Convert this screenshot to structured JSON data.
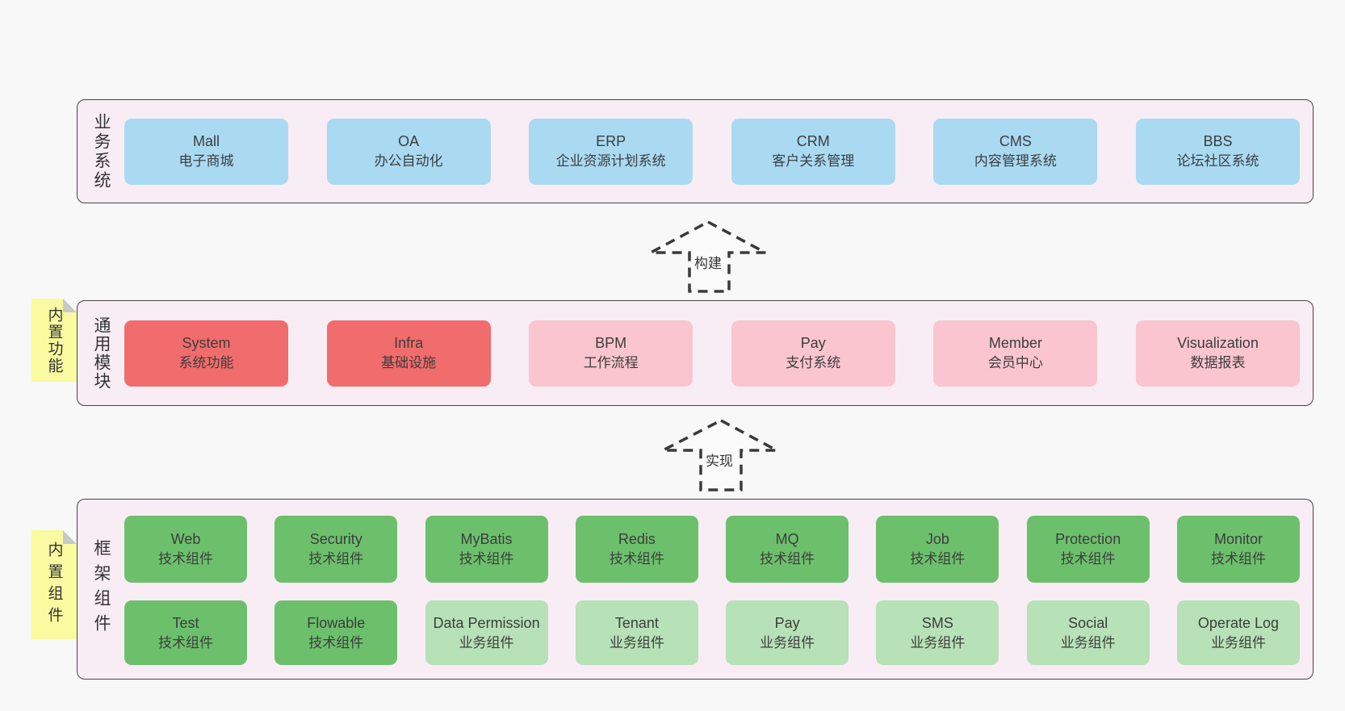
{
  "bands": {
    "business": {
      "label": "业务系统",
      "boxes": [
        {
          "name": "Mall",
          "desc": "电子商城"
        },
        {
          "name": "OA",
          "desc": "办公自动化"
        },
        {
          "name": "ERP",
          "desc": "企业资源计划系统"
        },
        {
          "name": "CRM",
          "desc": "客户关系管理"
        },
        {
          "name": "CMS",
          "desc": "内容管理系统"
        },
        {
          "name": "BBS",
          "desc": "论坛社区系统"
        }
      ]
    },
    "modules": {
      "label": "通用模块",
      "note": "内置功能",
      "boxes": [
        {
          "name": "System",
          "desc": "系统功能"
        },
        {
          "name": "Infra",
          "desc": "基础设施"
        },
        {
          "name": "BPM",
          "desc": "工作流程"
        },
        {
          "name": "Pay",
          "desc": "支付系统"
        },
        {
          "name": "Member",
          "desc": "会员中心"
        },
        {
          "name": "Visualization",
          "desc": "数据报表"
        }
      ]
    },
    "components": {
      "label": "框架组件",
      "note": "内置组件",
      "row1": [
        {
          "name": "Web",
          "desc": "技术组件"
        },
        {
          "name": "Security",
          "desc": "技术组件"
        },
        {
          "name": "MyBatis",
          "desc": "技术组件"
        },
        {
          "name": "Redis",
          "desc": "技术组件"
        },
        {
          "name": "MQ",
          "desc": "技术组件"
        },
        {
          "name": "Job",
          "desc": "技术组件"
        },
        {
          "name": "Protection",
          "desc": "技术组件"
        },
        {
          "name": "Monitor",
          "desc": "技术组件"
        }
      ],
      "row2": [
        {
          "name": "Test",
          "desc": "技术组件"
        },
        {
          "name": "Flowable",
          "desc": "技术组件"
        },
        {
          "name": "Data Permission",
          "desc": "业务组件"
        },
        {
          "name": "Tenant",
          "desc": "业务组件"
        },
        {
          "name": "Pay",
          "desc": "业务组件"
        },
        {
          "name": "SMS",
          "desc": "业务组件"
        },
        {
          "name": "Social",
          "desc": "业务组件"
        },
        {
          "name": "Operate Log",
          "desc": "业务组件"
        }
      ]
    }
  },
  "arrows": {
    "build": {
      "label": "构建"
    },
    "implement": {
      "label": "实现"
    }
  },
  "colors": {
    "page_bg": "#f8f8f8",
    "band_bg": "#f8edf5",
    "band_border": "#454545",
    "blue": "#a9daf2",
    "red": "#f16c6c",
    "pink": "#fac5ce",
    "green": "#6cc06c",
    "light_green": "#b7e1b7",
    "note_yellow": "#fafaa0",
    "note_fold": "#c8c8c8",
    "text": "#3d3d3d"
  }
}
